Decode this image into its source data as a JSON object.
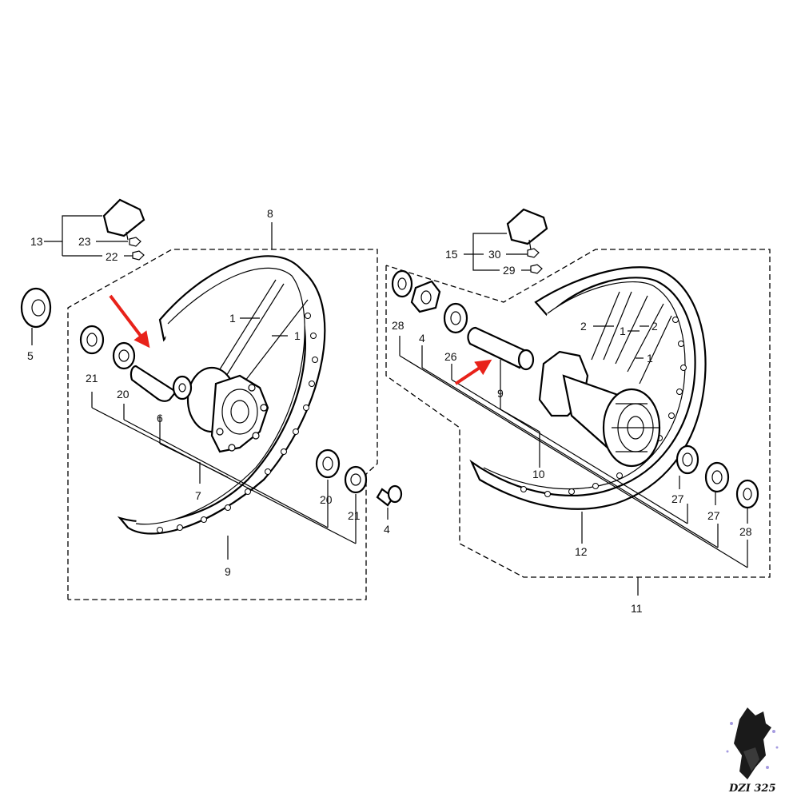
{
  "front_wheel": {
    "callouts": {
      "p13": "13",
      "p23": "23",
      "p22": "22",
      "p5": "5",
      "p8": "8",
      "p1a": "1",
      "p1b": "1",
      "p21a": "21",
      "p20a": "20",
      "p6": "6",
      "p7": "7",
      "p20b": "20",
      "p21b": "21",
      "p4": "4",
      "p9": "9"
    }
  },
  "rear_wheel": {
    "callouts": {
      "p15": "15",
      "p30": "30",
      "p29": "29",
      "p28a": "28",
      "p4": "4",
      "p26": "26",
      "p9": "9",
      "p2a": "2",
      "p1a": "1",
      "p2b": "2",
      "p1b": "1",
      "p10": "10",
      "p27a": "27",
      "p27b": "27",
      "p28b": "28",
      "p12": "12",
      "p11": "11"
    }
  },
  "highlight_color": "#e8221a",
  "watermark": {
    "text": "DZI 325"
  }
}
